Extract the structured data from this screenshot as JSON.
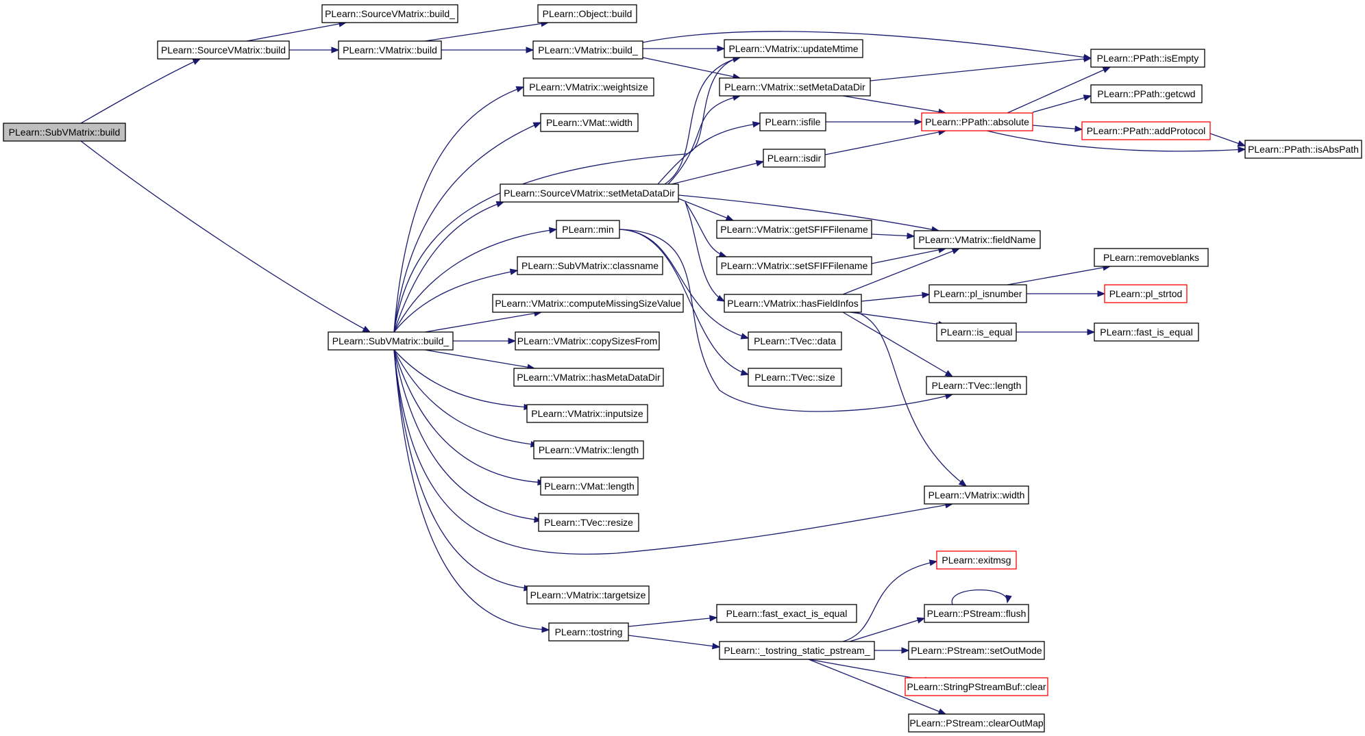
{
  "graph": {
    "nodes": {
      "n0": "PLearn::SubVMatrix::build",
      "n1": "PLearn::SourceVMatrix::build",
      "n2": "PLearn::SourceVMatrix::build_",
      "n3": "PLearn::VMatrix::build",
      "n4": "PLearn::Object::build",
      "n5": "PLearn::VMatrix::build_",
      "n6": "PLearn::VMatrix::updateMtime",
      "n7": "PLearn::PPath::isEmpty",
      "n8": "PLearn::VMatrix::setMetaDataDir",
      "n9": "PLearn::PPath::getcwd",
      "n10": "PLearn::PPath::absolute",
      "n11": "PLearn::PPath::addProtocol",
      "n12": "PLearn::PPath::isAbsPath",
      "n13": "PLearn::VMatrix::weightsize",
      "n14": "PLearn::VMat::width",
      "n15": "PLearn::isfile",
      "n16": "PLearn::isdir",
      "n17": "PLearn::SourceVMatrix::setMetaDataDir",
      "n18": "PLearn::min",
      "n19": "PLearn::VMatrix::getSFIFFilename",
      "n20": "PLearn::VMatrix::fieldName",
      "n21": "PLearn::VMatrix::setSFIFFilename",
      "n22": "PLearn::SubVMatrix::classname",
      "n23": "PLearn::removeblanks",
      "n24": "PLearn::pl_isnumber",
      "n25": "PLearn::pl_strtod",
      "n26": "PLearn::VMatrix::computeMissingSizeValue",
      "n27": "PLearn::VMatrix::hasFieldInfos",
      "n28": "PLearn::SubVMatrix::build_",
      "n29": "PLearn::VMatrix::copySizesFrom",
      "n30": "PLearn::is_equal",
      "n31": "PLearn::fast_is_equal",
      "n32": "PLearn::TVec::data",
      "n33": "PLearn::VMatrix::hasMetaDataDir",
      "n34": "PLearn::TVec::size",
      "n35": "PLearn::TVec::length",
      "n36": "PLearn::VMatrix::inputsize",
      "n37": "PLearn::VMatrix::length",
      "n38": "PLearn::VMat::length",
      "n39": "PLearn::VMatrix::width",
      "n40": "PLearn::TVec::resize",
      "n41": "PLearn::exitmsg",
      "n42": "PLearn::VMatrix::targetsize",
      "n43": "PLearn::fast_exact_is_equal",
      "n44": "PLearn::PStream::flush",
      "n45": "PLearn::tostring",
      "n46": "PLearn::_tostring_static_pstream_",
      "n47": "PLearn::PStream::setOutMode",
      "n48": "PLearn::StringPStreamBuf::clear",
      "n49": "PLearn::PStream::clearOutMap"
    },
    "colors": {
      "edge": "#191970",
      "root_fill": "#bfbfbf",
      "node_fill": "#ffffff",
      "node_border": "#000000",
      "truncated_border": "#ff0000"
    }
  }
}
